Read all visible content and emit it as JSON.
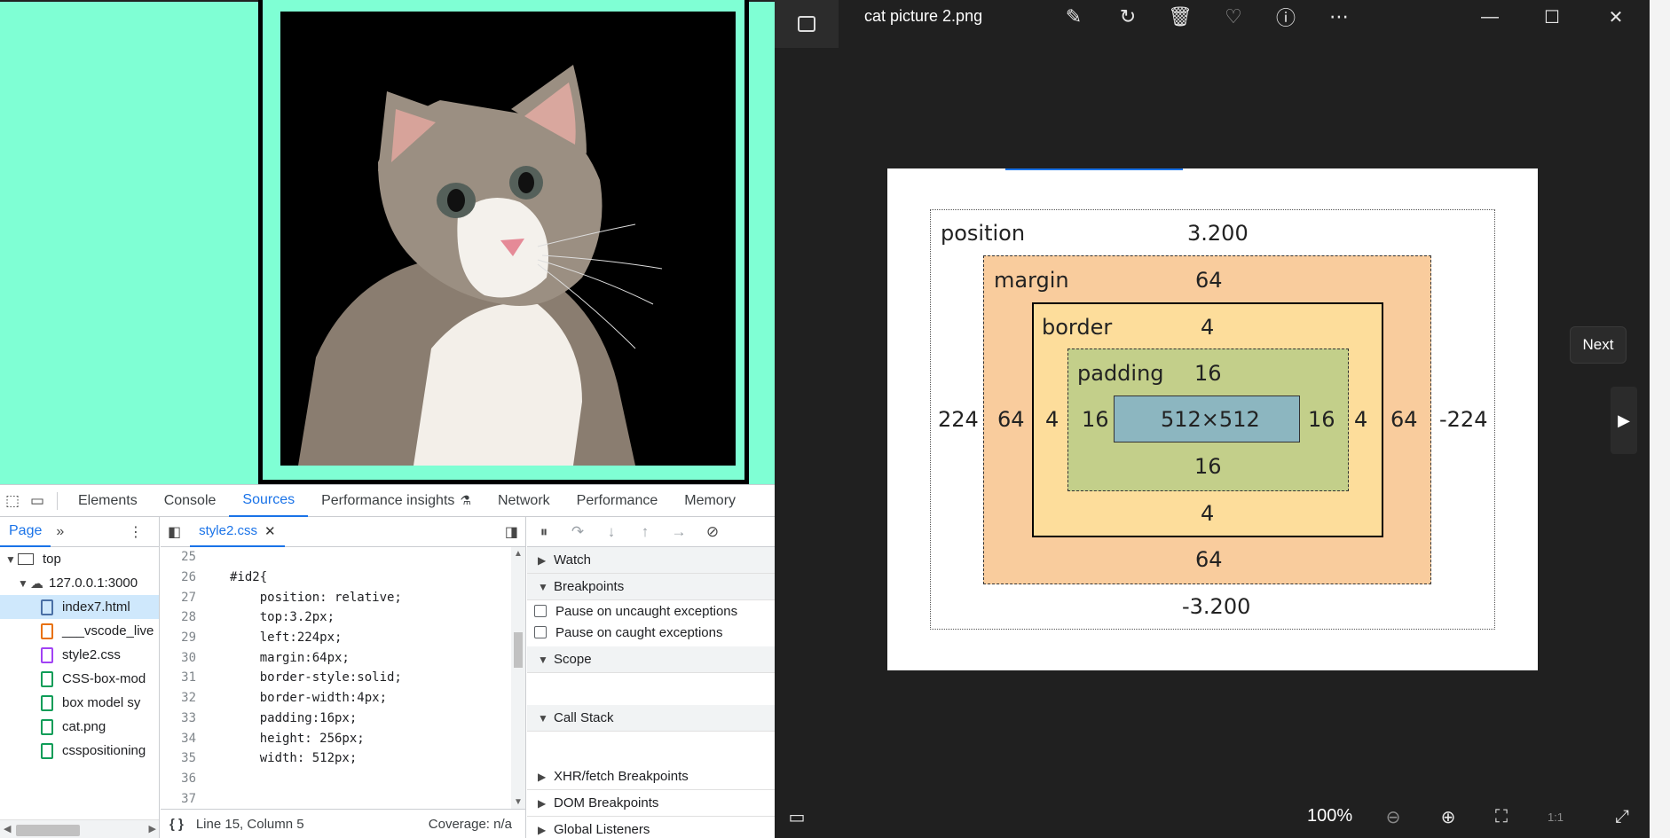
{
  "browser_page": {
    "image_alt": "cat"
  },
  "devtools": {
    "tabs": [
      "Elements",
      "Console",
      "Sources",
      "Performance insights",
      "Network",
      "Performance",
      "Memory"
    ],
    "active_tab": "Sources",
    "navigator": {
      "tab_label": "Page",
      "tree": [
        {
          "label": "top",
          "kind": "frame"
        },
        {
          "label": "127.0.0.1:3000",
          "kind": "domain"
        },
        {
          "label": "index7.html",
          "kind": "html",
          "selected": true
        },
        {
          "label": "___vscode_live",
          "kind": "js"
        },
        {
          "label": "style2.css",
          "kind": "css"
        },
        {
          "label": "CSS-box-mod",
          "kind": "file"
        },
        {
          "label": "box model sy",
          "kind": "file"
        },
        {
          "label": "cat.png",
          "kind": "file"
        },
        {
          "label": "csspositioning",
          "kind": "file"
        }
      ]
    },
    "editor": {
      "open_file": "style2.css",
      "lines": [
        {
          "n": "25",
          "code": ""
        },
        {
          "n": "26",
          "code": "#id2{"
        },
        {
          "n": "27",
          "code": "    position: relative;"
        },
        {
          "n": "28",
          "code": "    top:3.2px;"
        },
        {
          "n": "29",
          "code": "    left:224px;"
        },
        {
          "n": "30",
          "code": "    margin:64px;"
        },
        {
          "n": "31",
          "code": "    border-style:solid;"
        },
        {
          "n": "32",
          "code": "    border-width:4px;"
        },
        {
          "n": "33",
          "code": "    padding:16px;"
        },
        {
          "n": "34",
          "code": "    height: 256px;"
        },
        {
          "n": "35",
          "code": "    width: 512px;"
        },
        {
          "n": "36",
          "code": ""
        },
        {
          "n": "37",
          "code": ""
        }
      ],
      "status_position": "Line 15, Column 5",
      "status_coverage": "Coverage: n/a"
    },
    "debugger": {
      "watch": "Watch",
      "breakpoints": "Breakpoints",
      "pause_uncaught": "Pause on uncaught exceptions",
      "pause_caught": "Pause on caught exceptions",
      "scope": "Scope",
      "call_stack": "Call Stack",
      "xhr": "XHR/fetch Breakpoints",
      "dom": "DOM Breakpoints",
      "global": "Global Listeners"
    }
  },
  "viewer": {
    "file_name": "cat picture 2.png",
    "next_label": "Next",
    "zoom": "100%",
    "box_model": {
      "position_label": "position",
      "position_top": "3.200",
      "position_bottom": "-3.200",
      "position_left": "224",
      "position_right": "-224",
      "margin_label": "margin",
      "margin_top": "64",
      "margin_bottom": "64",
      "margin_left": "64",
      "margin_right": "64",
      "border_label": "border",
      "border_top": "4",
      "border_bottom": "4",
      "border_left": "4",
      "border_right": "4",
      "padding_label": "padding",
      "padding_top": "16",
      "padding_bottom": "16",
      "padding_left": "16",
      "padding_right": "16",
      "content": "512×512"
    }
  },
  "colors": {
    "page_bg": "#7fffd4",
    "accent": "#1a73e8",
    "margin": "#f9cc9d",
    "border": "#fddd9b",
    "padding": "#c3cf8a",
    "content": "#8cb6c0"
  }
}
